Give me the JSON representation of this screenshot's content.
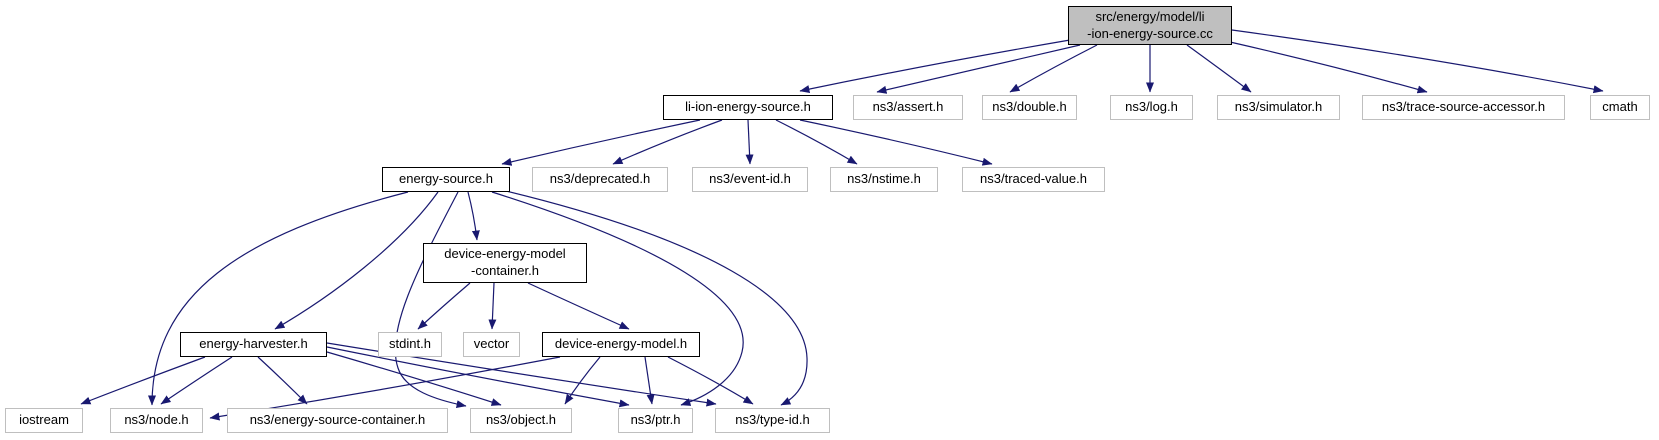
{
  "graph": {
    "kind": "include-dependency-graph",
    "colors": {
      "edge": "#191970",
      "focus_node_fill": "#bfbfbf",
      "documented_node_border": "#000000",
      "external_node_border": "#bfbfbf",
      "node_fill": "#ffffff",
      "text": "#000000"
    },
    "nodes": [
      {
        "id": "cc",
        "label": "src/energy/model/li\n-ion-energy-source.cc",
        "kind": "focus"
      },
      {
        "id": "li-ion-h",
        "label": "li-ion-energy-source.h",
        "kind": "internal"
      },
      {
        "id": "assert-h",
        "label": "ns3/assert.h",
        "kind": "external"
      },
      {
        "id": "double-h",
        "label": "ns3/double.h",
        "kind": "external"
      },
      {
        "id": "log-h",
        "label": "ns3/log.h",
        "kind": "external"
      },
      {
        "id": "simulator-h",
        "label": "ns3/simulator.h",
        "kind": "external"
      },
      {
        "id": "trace-src-h",
        "label": "ns3/trace-source-accessor.h",
        "kind": "external"
      },
      {
        "id": "cmath",
        "label": "cmath",
        "kind": "external"
      },
      {
        "id": "energy-src-h",
        "label": "energy-source.h",
        "kind": "internal"
      },
      {
        "id": "deprecated-h",
        "label": "ns3/deprecated.h",
        "kind": "external"
      },
      {
        "id": "event-id-h",
        "label": "ns3/event-id.h",
        "kind": "external"
      },
      {
        "id": "nstime-h",
        "label": "ns3/nstime.h",
        "kind": "external"
      },
      {
        "id": "traced-val-h",
        "label": "ns3/traced-value.h",
        "kind": "external"
      },
      {
        "id": "dem-cont-h",
        "label": "device-energy-model\n-container.h",
        "kind": "internal"
      },
      {
        "id": "harvester-h",
        "label": "energy-harvester.h",
        "kind": "internal"
      },
      {
        "id": "stdint-h",
        "label": "stdint.h",
        "kind": "external"
      },
      {
        "id": "vector",
        "label": "vector",
        "kind": "external"
      },
      {
        "id": "dem-h",
        "label": "device-energy-model.h",
        "kind": "internal"
      },
      {
        "id": "iostream",
        "label": "iostream",
        "kind": "external"
      },
      {
        "id": "node-h",
        "label": "ns3/node.h",
        "kind": "external"
      },
      {
        "id": "esc-h",
        "label": "ns3/energy-source-container.h",
        "kind": "external"
      },
      {
        "id": "object-h",
        "label": "ns3/object.h",
        "kind": "external"
      },
      {
        "id": "ptr-h",
        "label": "ns3/ptr.h",
        "kind": "external"
      },
      {
        "id": "type-id-h",
        "label": "ns3/type-id.h",
        "kind": "external"
      }
    ],
    "edges": [
      {
        "from": "cc",
        "to": "li-ion-h"
      },
      {
        "from": "cc",
        "to": "assert-h"
      },
      {
        "from": "cc",
        "to": "double-h"
      },
      {
        "from": "cc",
        "to": "log-h"
      },
      {
        "from": "cc",
        "to": "simulator-h"
      },
      {
        "from": "cc",
        "to": "trace-src-h"
      },
      {
        "from": "cc",
        "to": "cmath"
      },
      {
        "from": "li-ion-h",
        "to": "energy-src-h"
      },
      {
        "from": "li-ion-h",
        "to": "deprecated-h"
      },
      {
        "from": "li-ion-h",
        "to": "event-id-h"
      },
      {
        "from": "li-ion-h",
        "to": "nstime-h"
      },
      {
        "from": "li-ion-h",
        "to": "traced-val-h"
      },
      {
        "from": "energy-src-h",
        "to": "dem-cont-h"
      },
      {
        "from": "energy-src-h",
        "to": "harvester-h"
      },
      {
        "from": "energy-src-h",
        "to": "node-h"
      },
      {
        "from": "energy-src-h",
        "to": "object-h"
      },
      {
        "from": "energy-src-h",
        "to": "ptr-h"
      },
      {
        "from": "energy-src-h",
        "to": "type-id-h"
      },
      {
        "from": "dem-cont-h",
        "to": "stdint-h"
      },
      {
        "from": "dem-cont-h",
        "to": "vector"
      },
      {
        "from": "dem-cont-h",
        "to": "dem-h"
      },
      {
        "from": "harvester-h",
        "to": "iostream"
      },
      {
        "from": "harvester-h",
        "to": "node-h"
      },
      {
        "from": "harvester-h",
        "to": "esc-h"
      },
      {
        "from": "harvester-h",
        "to": "object-h"
      },
      {
        "from": "harvester-h",
        "to": "ptr-h"
      },
      {
        "from": "harvester-h",
        "to": "type-id-h"
      },
      {
        "from": "dem-h",
        "to": "node-h"
      },
      {
        "from": "dem-h",
        "to": "object-h"
      },
      {
        "from": "dem-h",
        "to": "ptr-h"
      },
      {
        "from": "dem-h",
        "to": "type-id-h"
      }
    ]
  }
}
